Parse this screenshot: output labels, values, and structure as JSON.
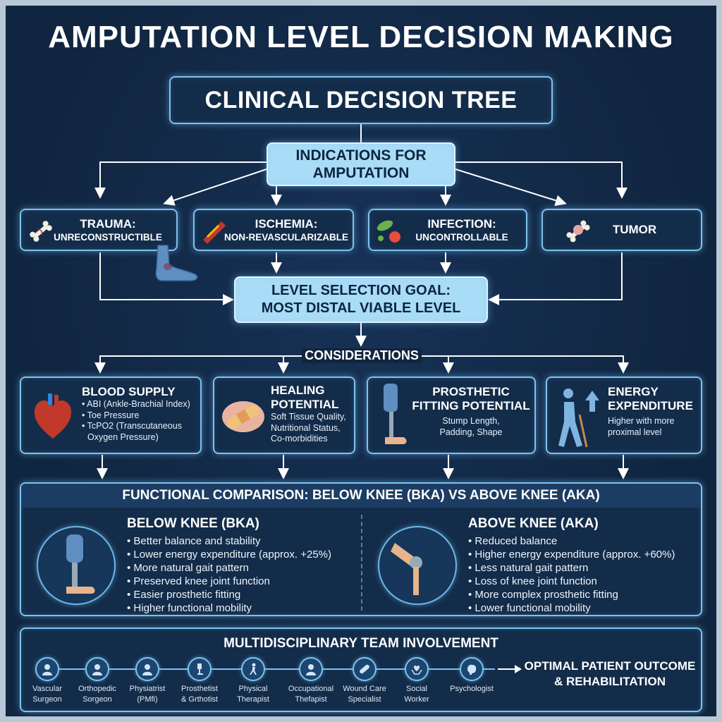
{
  "title": "AMPUTATION LEVEL DECISION MAKING",
  "subtitle": "CLINICAL DECISION TREE",
  "indications": {
    "line1": "INDICATIONS FOR",
    "line2": "AMPUTATION"
  },
  "categories": [
    {
      "title": "TRAUMA:",
      "sub": "UNRECONSTRUCTIBLE",
      "icon": "bone-icon"
    },
    {
      "title": "ISCHEMIA:",
      "sub": "NON-REVASCULARIZABLE",
      "icon": "artery-icon"
    },
    {
      "title": "INFECTION:",
      "sub": "UNCONTROLLABLE",
      "icon": "bacteria-icon"
    },
    {
      "title": "TUMOR",
      "sub": "",
      "icon": "tumor-bone-icon"
    }
  ],
  "goal": {
    "line1": "LEVEL SELECTION GOAL:",
    "line2": "MOST DISTAL VIABLE LEVEL"
  },
  "considerations_label": "CONSIDERATIONS",
  "considerations": [
    {
      "title": "BLOOD SUPPLY",
      "lines": [
        "• ABI (Ankle-Brachial Index)",
        "• Toe Pressure",
        "• TcPO2 (Transcutaneous",
        "Oxygen Pressure)"
      ],
      "icon": "heart-icon"
    },
    {
      "title1": "HEALING",
      "title2": "POTENTIAL",
      "lines": [
        "Soft Tissue Quality,",
        "Nutritional Status,",
        "Co-morbidities"
      ],
      "icon": "bandage-icon"
    },
    {
      "title1": "PROSTHETIC",
      "title2": "FITTING POTENTIAL",
      "lines": [
        "Stump Length,",
        "Padding, Shape"
      ],
      "icon": "prosthetic-leg-icon"
    },
    {
      "title1": "ENERGY",
      "title2": "EXPENDITURE",
      "lines": [
        "Higher with more",
        "proximal level"
      ],
      "icon": "walking-cane-icon"
    }
  ],
  "comparison": {
    "heading": "FUNCTIONAL COMPARISON: BELOW KNEE (BKA) VS ABOVE KNEE (AKA)",
    "bka": {
      "title": "BELOW KNEE (BKA)",
      "items": [
        "Better balance and stability",
        "Lower energy expenditure (approx. +25%)",
        "More natural gait pattern",
        "Preserved knee joint function",
        "Easier prosthetic fitting",
        "Higher functional mobility"
      ]
    },
    "aka": {
      "title": "ABOVE KNEE (AKA)",
      "items": [
        "Reduced balance",
        "Higher energy expenditure (approx. +60%)",
        "Less natural gait pattern",
        "Loss of knee joint function",
        "More complex prosthetic fitting",
        "Lower functional mobility"
      ]
    }
  },
  "team": {
    "heading": "MULTIDISCIPLINARY TEAM INVOLVEMENT",
    "members": [
      {
        "l1": "Vascular",
        "l2": "Surgeon"
      },
      {
        "l1": "Orthopedic",
        "l2": "Sorgeon"
      },
      {
        "l1": "Physiatrist",
        "l2": "(PMfi)"
      },
      {
        "l1": "Prosthetist",
        "l2": "& Grthotist"
      },
      {
        "l1": "Physical",
        "l2": "Therapist"
      },
      {
        "l1": "Occupational",
        "l2": "Thefapist"
      },
      {
        "l1": "Wound Care",
        "l2": "Specialist"
      },
      {
        "l1": "Social",
        "l2": "Worker"
      },
      {
        "l1": "Psychologist",
        "l2": ""
      }
    ],
    "outcome": {
      "line1": "OPTIMAL PATIENT OUTCOME",
      "line2": "& REHABILITATION"
    }
  },
  "colors": {
    "background": "#10253f",
    "accent": "#7fc2ee",
    "light_box": "#a9dcf6"
  }
}
